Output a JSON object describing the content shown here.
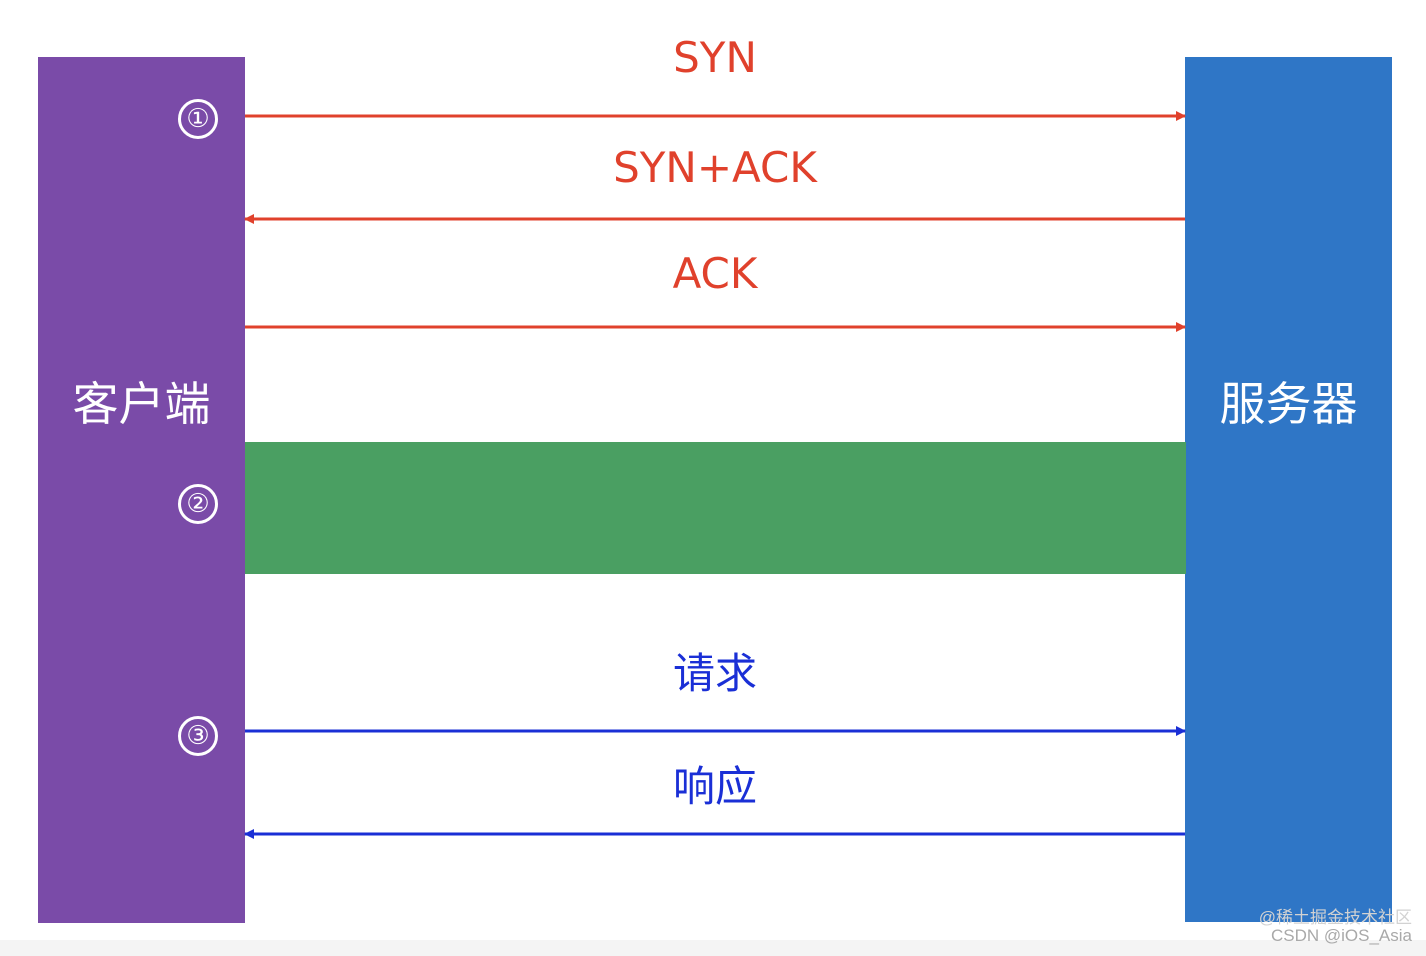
{
  "client": {
    "label": "客户端"
  },
  "server": {
    "label": "服务器"
  },
  "steps": [
    "①",
    "②",
    "③"
  ],
  "messages": [
    {
      "label": "SYN",
      "direction": "client-to-server",
      "color": "#e0412c"
    },
    {
      "label": "SYN+ACK",
      "direction": "server-to-client",
      "color": "#e0412c"
    },
    {
      "label": "ACK",
      "direction": "client-to-server",
      "color": "#e0412c"
    },
    {
      "label": "请求",
      "direction": "client-to-server",
      "color": "#1a2fd6"
    },
    {
      "label": "响应",
      "direction": "server-to-client",
      "color": "#1a2fd6"
    }
  ],
  "colors": {
    "client": "#7a4ba8",
    "server": "#2f76c6",
    "band": "#4a9f62",
    "handshake": "#e0412c",
    "data": "#1a2fd6"
  },
  "watermark": {
    "line1": "@稀土掘金技术社区",
    "line2": "CSDN @iOS_Asia"
  }
}
